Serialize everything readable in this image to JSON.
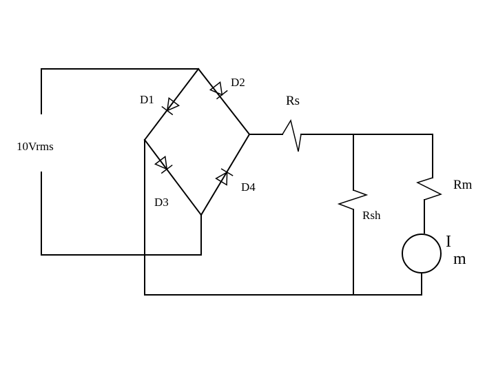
{
  "labels": {
    "source": "10Vrms",
    "d1": "D1",
    "d2": "D2",
    "d3": "D3",
    "d4": "D4",
    "rs": "Rs",
    "rsh": "Rsh",
    "rm": "Rm",
    "im_main": "I",
    "im_sub": "m"
  }
}
